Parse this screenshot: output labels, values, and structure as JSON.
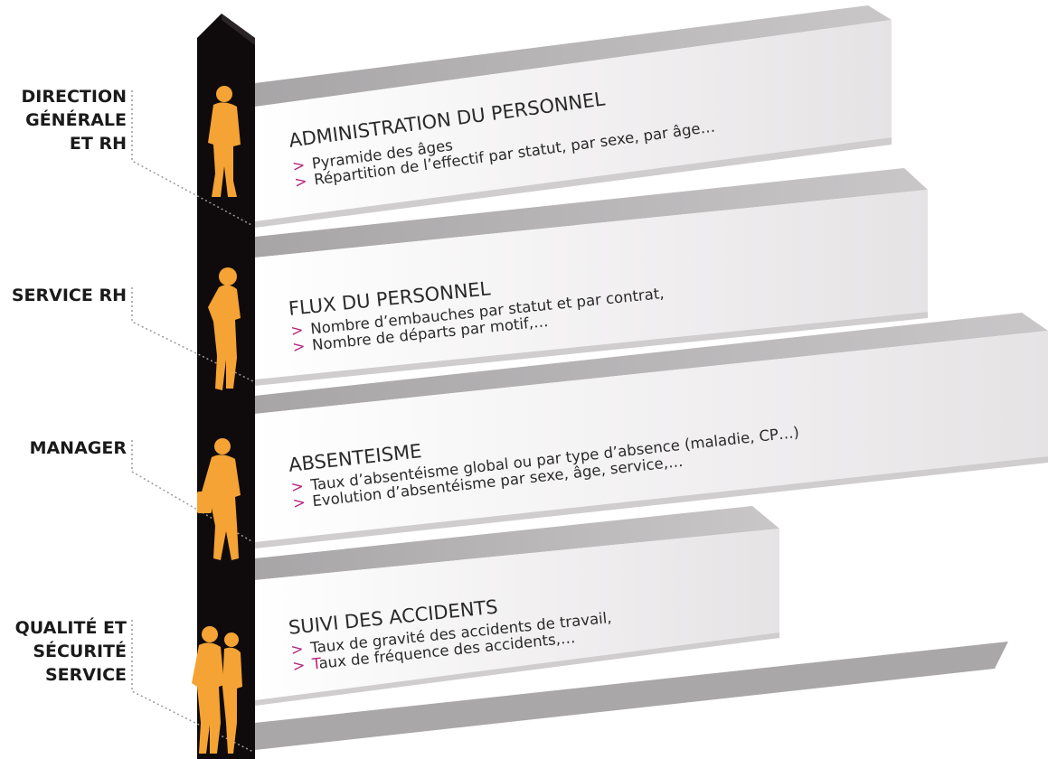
{
  "colors": {
    "pillar": "#0f0b0d",
    "figure": "#f5a334",
    "bullet": "#b5247a",
    "shelf_top": "#b9b7b8",
    "shelf_front": "#f1eff0",
    "shelf_bottom_edge": "#aaa8a9"
  },
  "roles": [
    {
      "lines": [
        "DIRECTION",
        "GÉNÉRALE",
        "ET RH"
      ]
    },
    {
      "lines": [
        "SERVICE RH"
      ]
    },
    {
      "lines": [
        "MANAGER"
      ]
    },
    {
      "lines": [
        "QUALITÉ ET",
        "SÉCURITÉ",
        "SERVICE"
      ]
    }
  ],
  "shelves": [
    {
      "title": "ADMINISTRATION DU PERSONNEL",
      "items": [
        "Pyramide des âges",
        "Répartition de l’effectif par statut, par sexe, par âge…"
      ]
    },
    {
      "title": "FLUX DU PERSONNEL",
      "items": [
        "Nombre d’embauches par statut et par contrat,",
        "Nombre de départs par motif,…"
      ]
    },
    {
      "title": "ABSENTEISME",
      "items": [
        "Taux d’absentéisme global ou par type d’absence (maladie, CP…)",
        "Evolution d’absentéisme par sexe, âge, service,…"
      ]
    },
    {
      "title": "SUIVI DES ACCIDENTS",
      "items": [
        "Taux de gravité des accidents de travail,",
        "Taux de fréquence des accidents,…"
      ],
      "last_item_highlight": "T",
      "last_item_rest": "aux de fréquence des accidents,…"
    }
  ],
  "bullet_symbol": ">",
  "icons": [
    "person-icon",
    "person-icon",
    "person-icon",
    "couple-icon"
  ]
}
